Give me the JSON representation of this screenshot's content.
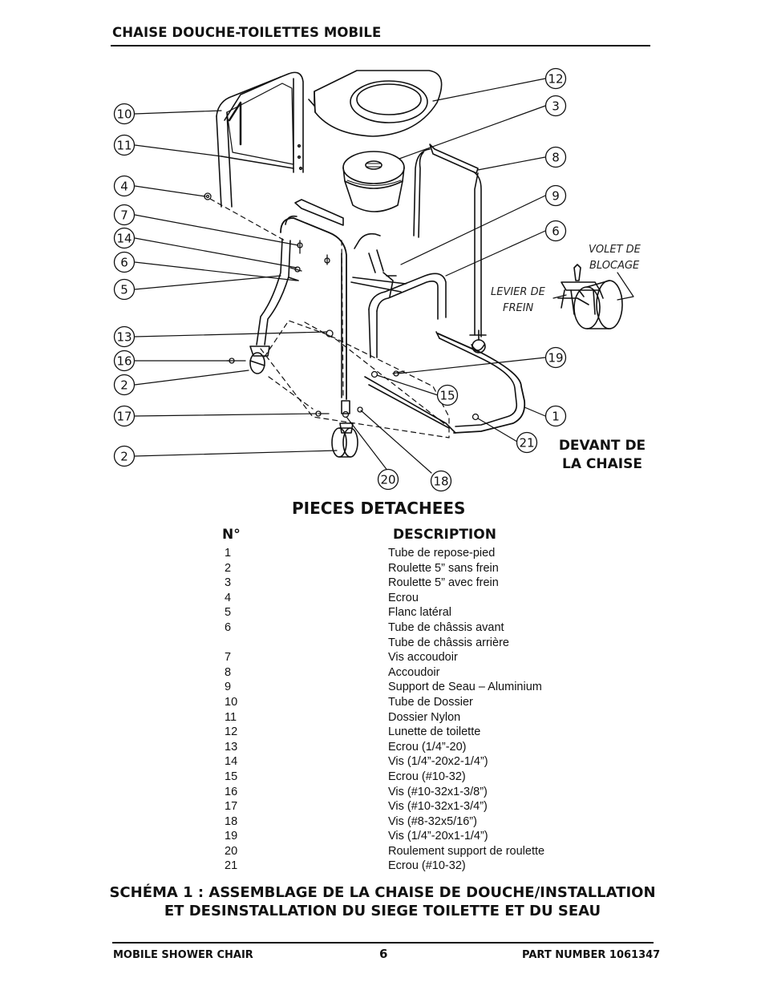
{
  "header": {
    "title": "CHAISE DOUCHE-TOILETTES MOBILE"
  },
  "diagram": {
    "volet_line1": "VOLET DE",
    "volet_line2": "BLOCAGE",
    "levier_line1": "LEVIER DE",
    "levier_line2": "FREIN",
    "devant_line1": "DEVANT DE",
    "devant_line2": "LA CHAISE"
  },
  "parts": {
    "title": "PIECES DETACHEES",
    "num_header": "N°",
    "desc_header": "DESCRIPTION",
    "rows": [
      {
        "num": "1",
        "desc": "Tube de repose-pied"
      },
      {
        "num": "2",
        "desc": "Roulette 5” sans frein"
      },
      {
        "num": "3",
        "desc": "Roulette 5” avec frein"
      },
      {
        "num": "4",
        "desc": "Ecrou"
      },
      {
        "num": "5",
        "desc": "Flanc latéral"
      },
      {
        "num": "6",
        "desc": "Tube de châssis avant"
      },
      {
        "num": "",
        "desc": "Tube de châssis arrière"
      },
      {
        "num": "7",
        "desc": "Vis accoudoir"
      },
      {
        "num": "8",
        "desc": "Accoudoir"
      },
      {
        "num": "9",
        "desc": "Support de Seau – Aluminium"
      },
      {
        "num": "10",
        "desc": "Tube de Dossier"
      },
      {
        "num": "11",
        "desc": "Dossier Nylon"
      },
      {
        "num": "12",
        "desc": "Lunette de toilette"
      },
      {
        "num": "13",
        "desc": "Ecrou  (1/4”-20)"
      },
      {
        "num": "14",
        "desc": "Vis  (1/4”-20x2-1/4”)"
      },
      {
        "num": "15",
        "desc": "Ecrou  (#10-32)"
      },
      {
        "num": "16",
        "desc": "Vis  (#10-32x1-3/8”)"
      },
      {
        "num": "17",
        "desc": "Vis  (#10-32x1-3/4”)"
      },
      {
        "num": "18",
        "desc": "Vis  (#8-32x5/16”)"
      },
      {
        "num": "19",
        "desc": "Vis  (1/4”-20x1-1/4”)"
      },
      {
        "num": "20",
        "desc": "Roulement support de roulette"
      },
      {
        "num": "21",
        "desc": "Ecrou  (#10-32)"
      }
    ]
  },
  "caption": {
    "line1": "SCHÉMA 1 : ASSEMBLAGE DE LA CHAISE DE DOUCHE/INSTALLATION",
    "line2": "ET DESINSTALLATION DU SIEGE TOILETTE ET DU SEAU"
  },
  "footer": {
    "left": "MOBILE SHOWER CHAIR",
    "page": "6",
    "right": "PART NUMBER 1061347"
  },
  "callouts": [
    {
      "id": "12"
    },
    {
      "id": "3"
    },
    {
      "id": "10"
    },
    {
      "id": "11"
    },
    {
      "id": "8"
    },
    {
      "id": "4"
    },
    {
      "id": "9"
    },
    {
      "id": "7"
    },
    {
      "id": "6"
    },
    {
      "id": "14"
    },
    {
      "id": "6"
    },
    {
      "id": "5"
    },
    {
      "id": "13"
    },
    {
      "id": "19"
    },
    {
      "id": "16"
    },
    {
      "id": "2"
    },
    {
      "id": "15"
    },
    {
      "id": "17"
    },
    {
      "id": "1"
    },
    {
      "id": "21"
    },
    {
      "id": "2"
    },
    {
      "id": "20"
    },
    {
      "id": "18"
    }
  ]
}
